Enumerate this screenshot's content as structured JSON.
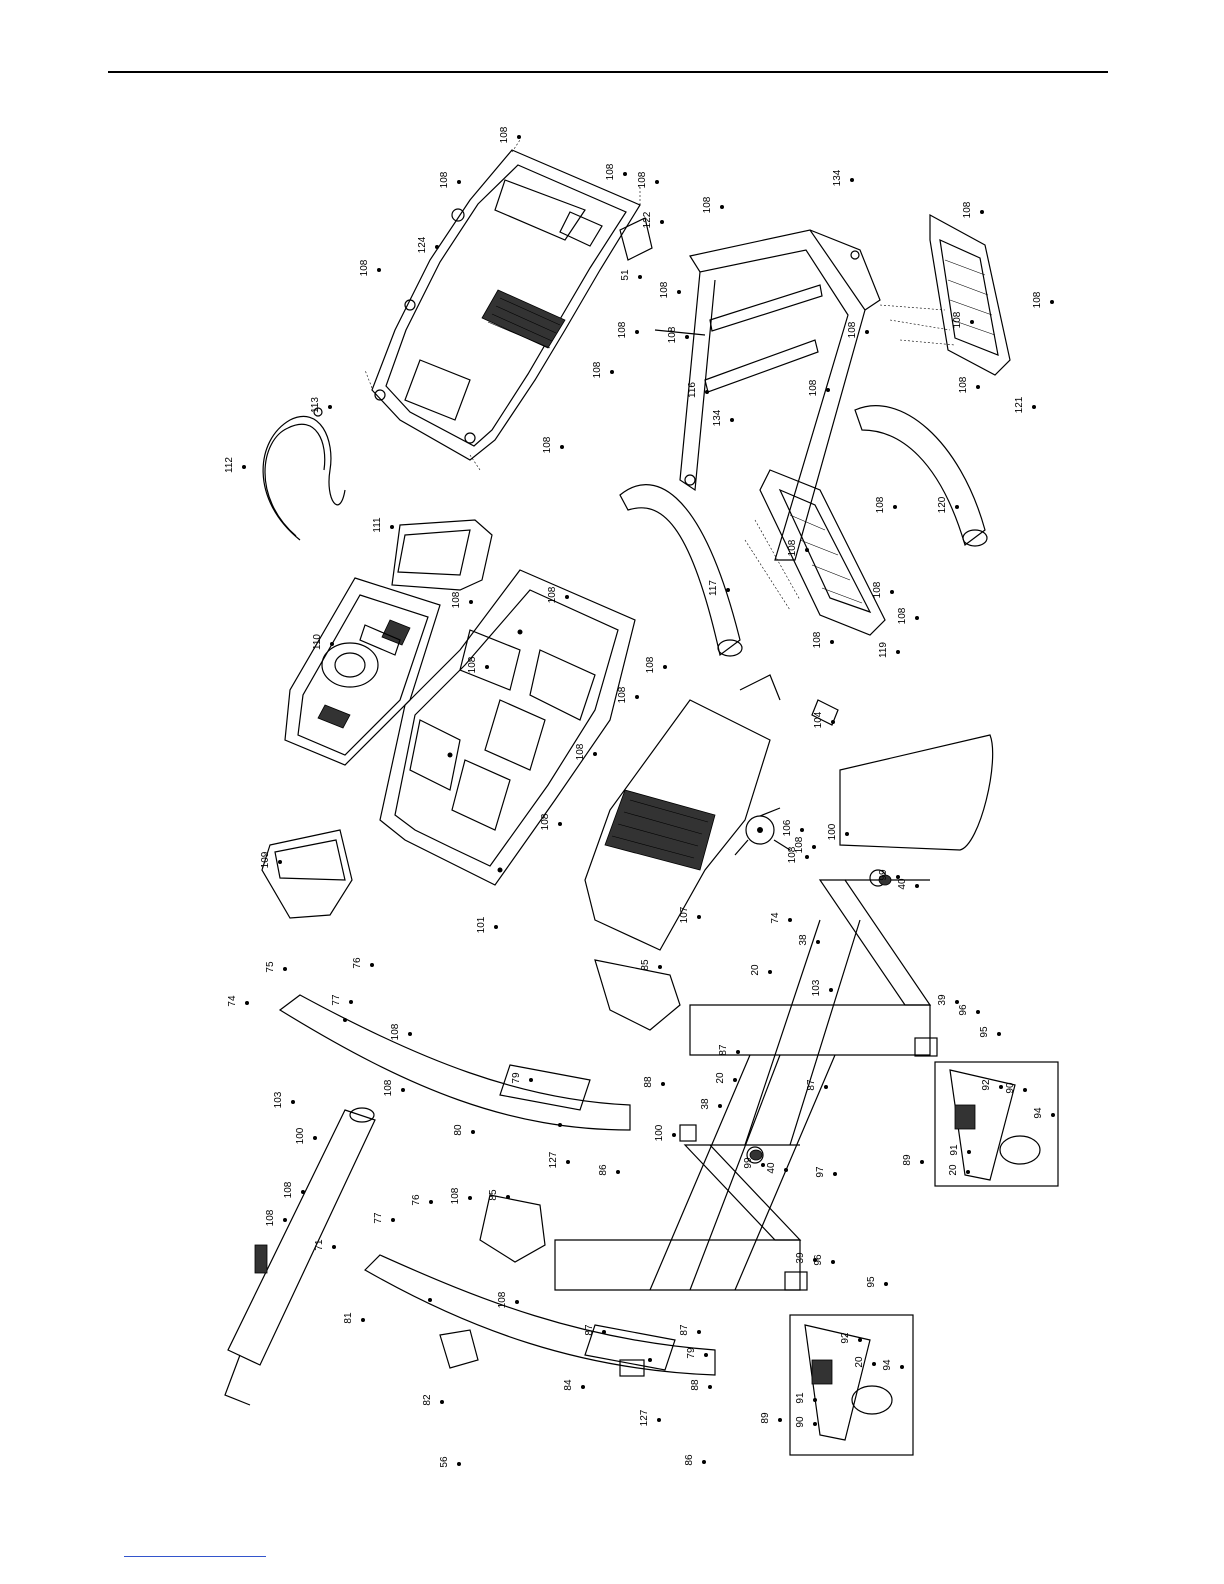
{
  "labels": [
    {
      "text": "108"
    },
    {
      "text": "108"
    },
    {
      "text": "108"
    },
    {
      "text": "108"
    },
    {
      "text": "122"
    },
    {
      "text": "124"
    },
    {
      "text": "51"
    },
    {
      "text": "108"
    },
    {
      "text": "108"
    },
    {
      "text": "108"
    },
    {
      "text": "108"
    },
    {
      "text": "108"
    },
    {
      "text": "113"
    },
    {
      "text": "112"
    },
    {
      "text": "108"
    },
    {
      "text": "134"
    },
    {
      "text": "108"
    },
    {
      "text": "108"
    },
    {
      "text": "108"
    },
    {
      "text": "116"
    },
    {
      "text": "134"
    },
    {
      "text": "108"
    },
    {
      "text": "108"
    },
    {
      "text": "108"
    },
    {
      "text": "108"
    },
    {
      "text": "121"
    },
    {
      "text": "108"
    },
    {
      "text": "120"
    },
    {
      "text": "111"
    },
    {
      "text": "108"
    },
    {
      "text": "110"
    },
    {
      "text": "108"
    },
    {
      "text": "108"
    },
    {
      "text": "108"
    },
    {
      "text": "108"
    },
    {
      "text": "108"
    },
    {
      "text": "108"
    },
    {
      "text": "117"
    },
    {
      "text": "108"
    },
    {
      "text": "108"
    },
    {
      "text": "108"
    },
    {
      "text": "119"
    },
    {
      "text": "108"
    },
    {
      "text": "104"
    },
    {
      "text": "108"
    },
    {
      "text": "106"
    },
    {
      "text": "108"
    },
    {
      "text": "107"
    },
    {
      "text": "109"
    },
    {
      "text": "101"
    },
    {
      "text": "100"
    },
    {
      "text": "99"
    },
    {
      "text": "40"
    },
    {
      "text": "74"
    },
    {
      "text": "38"
    },
    {
      "text": "20"
    },
    {
      "text": "103"
    },
    {
      "text": "85"
    },
    {
      "text": "39"
    },
    {
      "text": "96"
    },
    {
      "text": "95"
    },
    {
      "text": "87"
    },
    {
      "text": "20"
    },
    {
      "text": "92"
    },
    {
      "text": "90"
    },
    {
      "text": "94"
    },
    {
      "text": "91"
    },
    {
      "text": "20"
    },
    {
      "text": "89"
    },
    {
      "text": "74"
    },
    {
      "text": "75"
    },
    {
      "text": "76"
    },
    {
      "text": "77"
    },
    {
      "text": "108"
    },
    {
      "text": "79"
    },
    {
      "text": "103"
    },
    {
      "text": "108"
    },
    {
      "text": "100"
    },
    {
      "text": "80"
    },
    {
      "text": "88"
    },
    {
      "text": "38"
    },
    {
      "text": "87"
    },
    {
      "text": "100"
    },
    {
      "text": "127"
    },
    {
      "text": "86"
    },
    {
      "text": "99"
    },
    {
      "text": "40"
    },
    {
      "text": "97"
    },
    {
      "text": "108"
    },
    {
      "text": "108"
    },
    {
      "text": "71"
    },
    {
      "text": "76"
    },
    {
      "text": "108"
    },
    {
      "text": "85"
    },
    {
      "text": "77"
    },
    {
      "text": "108"
    },
    {
      "text": "81"
    },
    {
      "text": "39"
    },
    {
      "text": "96"
    },
    {
      "text": "95"
    },
    {
      "text": "87"
    },
    {
      "text": "87"
    },
    {
      "text": "79"
    },
    {
      "text": "92"
    },
    {
      "text": "20"
    },
    {
      "text": "94"
    },
    {
      "text": "91"
    },
    {
      "text": "90"
    },
    {
      "text": "89"
    },
    {
      "text": "82"
    },
    {
      "text": "84"
    },
    {
      "text": "56"
    },
    {
      "text": "127"
    },
    {
      "text": "86"
    },
    {
      "text": "88"
    }
  ]
}
